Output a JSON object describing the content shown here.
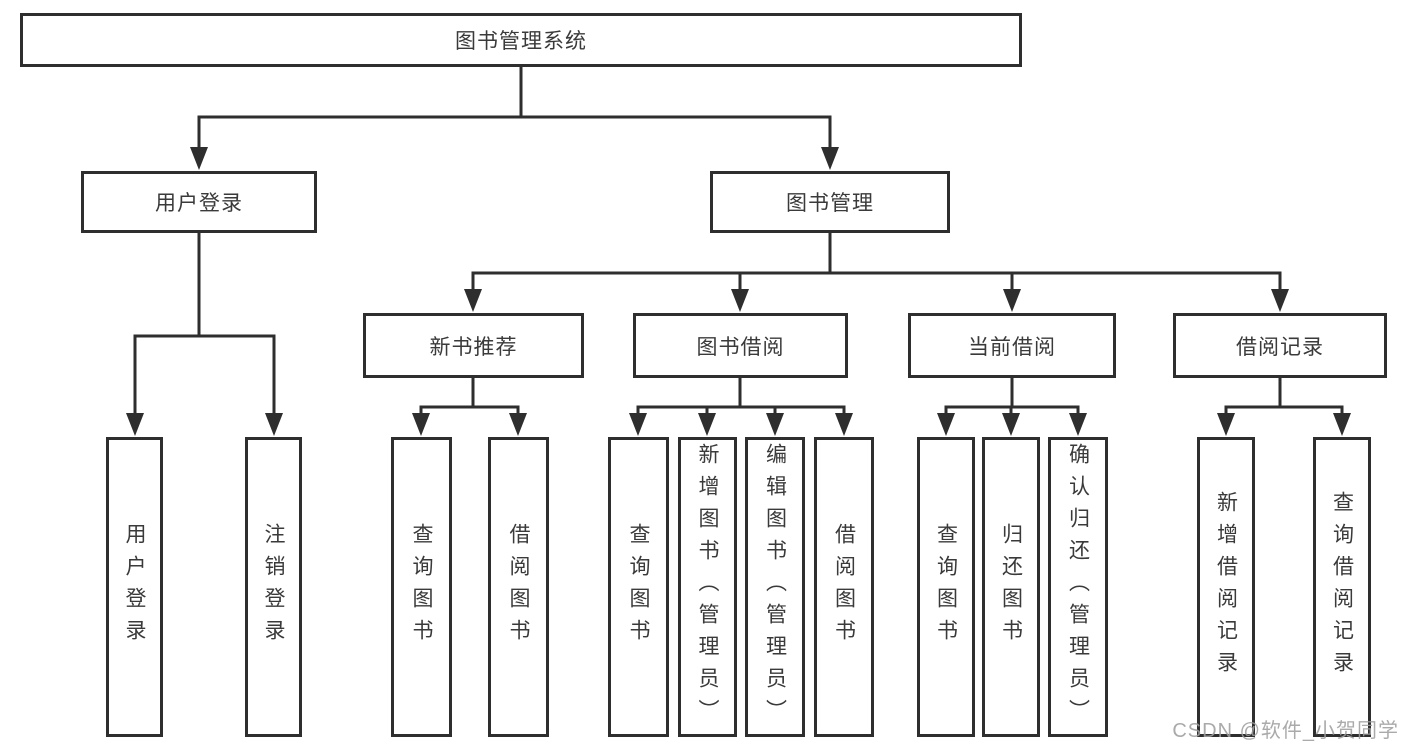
{
  "colors": {
    "background": "#ffffff",
    "line": "#2e2e2e",
    "box_border": "#2e2e2e",
    "box_fill": "#ffffff",
    "text": "#3a3a3a",
    "watermark": "#9e9e9e"
  },
  "watermark": {
    "text": "CSDN @软件_小贺同学"
  },
  "tree": {
    "label": "图书管理系统",
    "children": [
      {
        "label": "用户登录",
        "children": [
          {
            "label": "用户登录"
          },
          {
            "label": "注销登录"
          }
        ]
      },
      {
        "label": "图书管理",
        "children": [
          {
            "label": "新书推荐",
            "children": [
              {
                "label": "查询图书"
              },
              {
                "label": "借阅图书"
              }
            ]
          },
          {
            "label": "图书借阅",
            "children": [
              {
                "label": "查询图书"
              },
              {
                "label": "新增图书（管理员）"
              },
              {
                "label": "编辑图书（管理员）"
              },
              {
                "label": "借阅图书"
              }
            ]
          },
          {
            "label": "当前借阅",
            "children": [
              {
                "label": "查询图书"
              },
              {
                "label": "归还图书"
              },
              {
                "label": "确认归还（管理员）"
              }
            ]
          },
          {
            "label": "借阅记录",
            "children": [
              {
                "label": "新增借阅记录"
              },
              {
                "label": "查询借阅记录"
              }
            ]
          }
        ]
      }
    ]
  }
}
